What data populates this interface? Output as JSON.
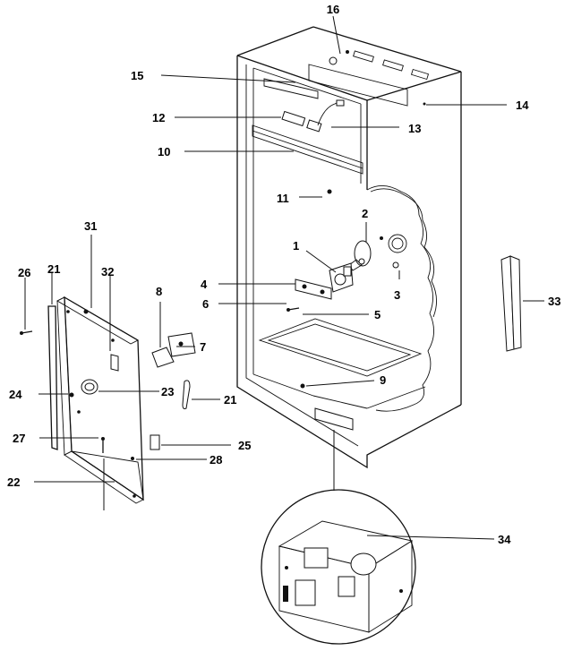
{
  "labels": {
    "l1": "1",
    "l2": "2",
    "l3": "3",
    "l4": "4",
    "l5": "5",
    "l6": "6",
    "l7": "7",
    "l8": "8",
    "l9": "9",
    "l10": "10",
    "l11": "11",
    "l12": "12",
    "l13": "13",
    "l14": "14",
    "l15": "15",
    "l16": "16",
    "l21a": "21",
    "l21b": "21",
    "l22": "22",
    "l23": "23",
    "l24": "24",
    "l25": "25",
    "l26": "26",
    "l27": "27",
    "l28": "28",
    "l31": "31",
    "l32": "32",
    "l33": "33",
    "l34": "34"
  }
}
